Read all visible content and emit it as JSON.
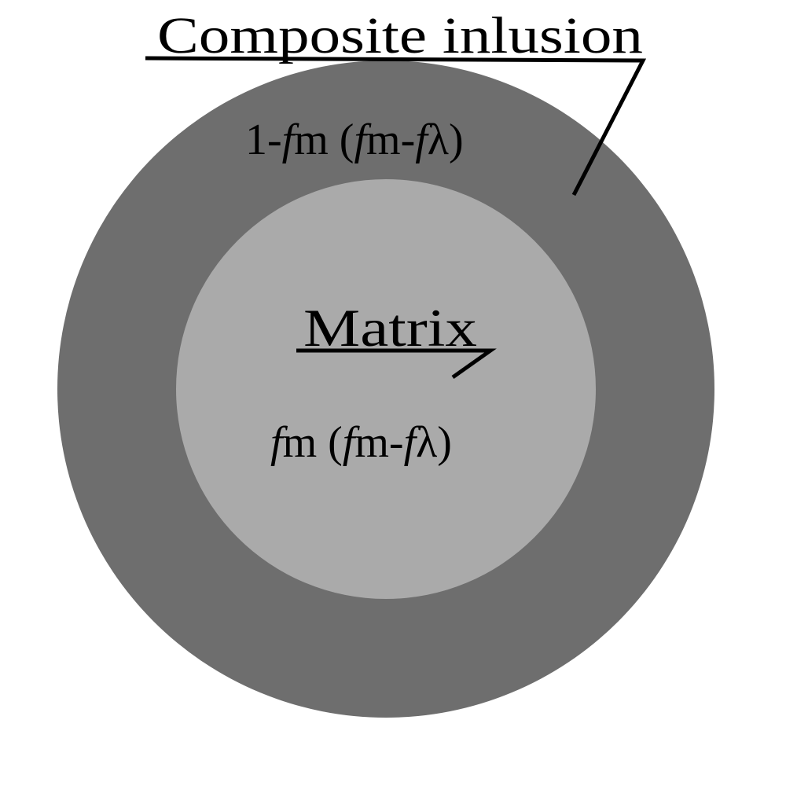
{
  "colors": {
    "background": "#ffffff",
    "outer_shell": "#6e6e6e",
    "inner_core": "#aaaaaa",
    "ink": "#000000"
  },
  "outer_label": "Composite inlusion",
  "outer_formula": {
    "prefix": "1-",
    "f1": "f",
    "sub1": "m",
    "open": " (",
    "f2": "f",
    "sub2": "m",
    "dash": "-",
    "f3": "f",
    "sub3": "λ",
    "close": ")"
  },
  "inner_label": "Matrix",
  "inner_formula": {
    "f1": "f",
    "sub1": "m",
    "open": " (",
    "f2": "f",
    "sub2": "m",
    "dash": "-",
    "f3": "f",
    "sub3": "λ",
    "close": ")"
  }
}
